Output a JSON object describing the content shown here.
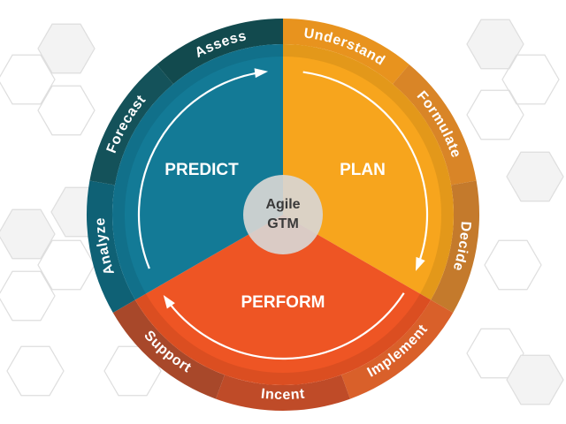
{
  "center": {
    "line1": "Agile",
    "line2": "GTM",
    "color": "#d8d6d4"
  },
  "phases": [
    {
      "name": "PLAN",
      "color": "#F7A51D",
      "steps": [
        {
          "label": "Understand",
          "color": "#E8931E"
        },
        {
          "label": "Formulate",
          "color": "#D98527"
        },
        {
          "label": "Decide",
          "color": "#C47A2C"
        }
      ]
    },
    {
      "name": "PERFORM",
      "color": "#EE5524",
      "steps": [
        {
          "label": "Implement",
          "color": "#D9602A"
        },
        {
          "label": "Incent",
          "color": "#BF4B28"
        },
        {
          "label": "Support",
          "color": "#A8482A"
        }
      ]
    },
    {
      "name": "PREDICT",
      "color": "#137A96",
      "steps": [
        {
          "label": "Analyze",
          "color": "#0F6175"
        },
        {
          "label": "Forecast",
          "color": "#14525A"
        },
        {
          "label": "Assess",
          "color": "#124A4E"
        }
      ]
    }
  ]
}
